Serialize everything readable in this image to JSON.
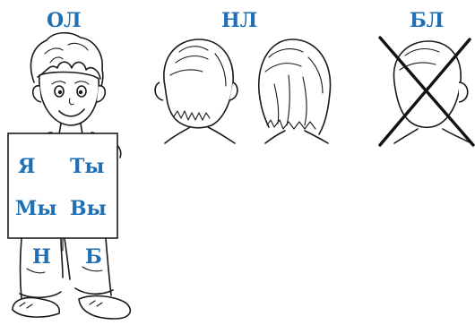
{
  "headers": {
    "ol": "ОЛ",
    "nl": "НЛ",
    "bl": "БЛ"
  },
  "sign": {
    "top_left": "Я",
    "top_right": "Ты",
    "bottom_left": "Мы",
    "bottom_right": "Вы"
  },
  "legs": {
    "left": "Н",
    "right": "Б"
  },
  "colors": {
    "label": "#1f6fb5",
    "ink": "#1a1a1a"
  }
}
